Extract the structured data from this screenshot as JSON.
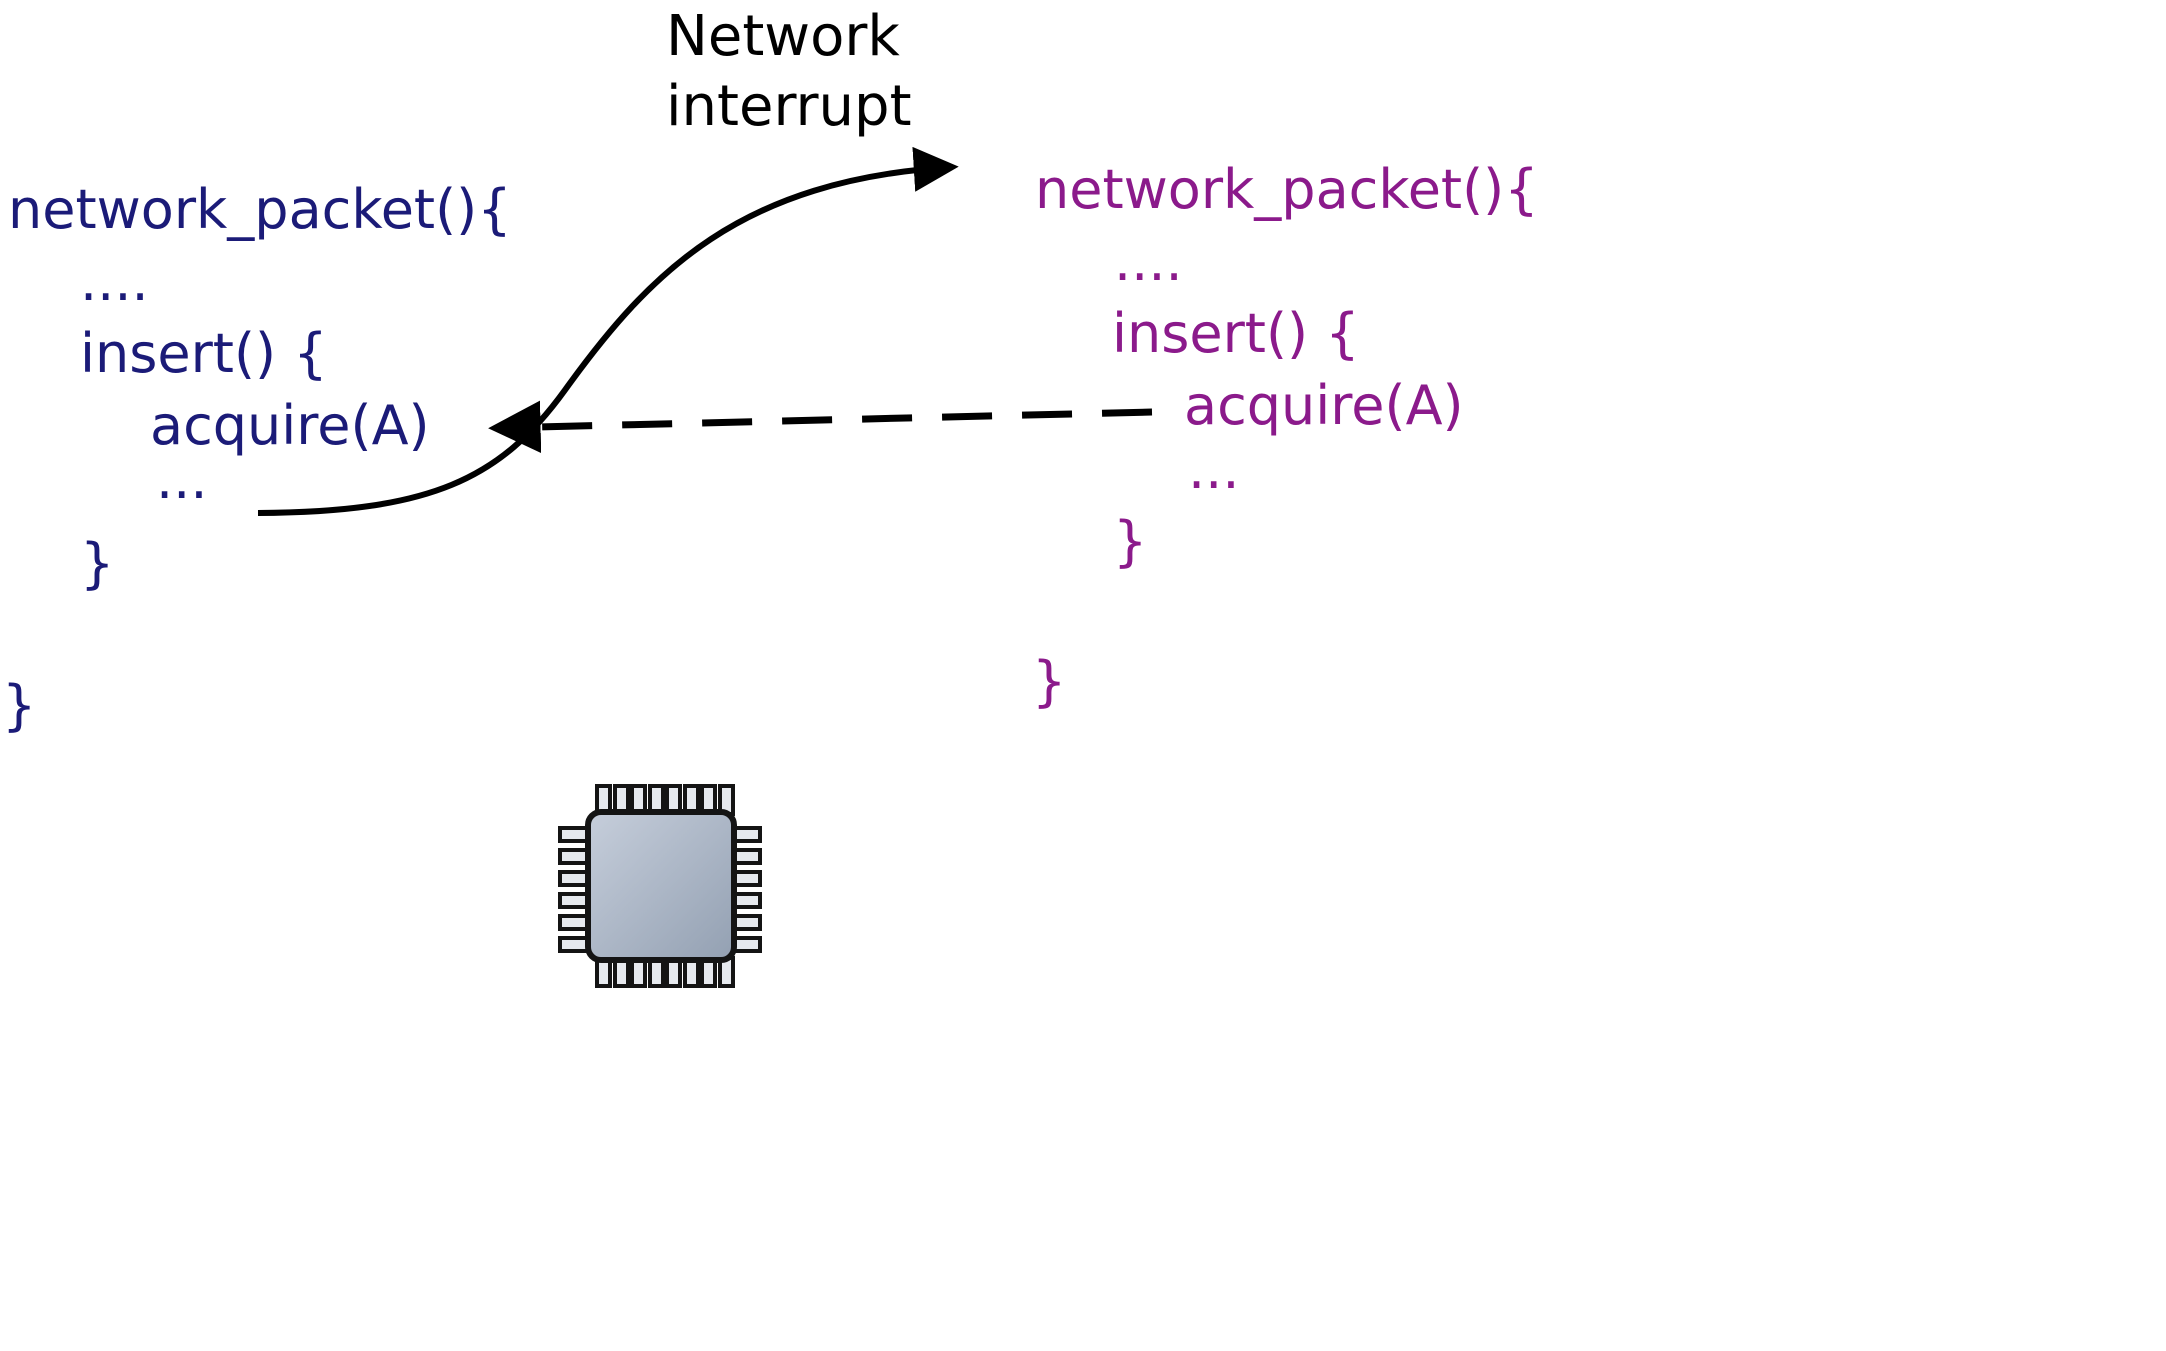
{
  "interrupt_label": {
    "line1": "Network",
    "line2": "interrupt"
  },
  "left_code": {
    "color": "#1b1b78",
    "lines": [
      "network_packet(){",
      "....",
      "insert() {",
      "acquire(A)",
      "...",
      "}",
      "}"
    ]
  },
  "right_code": {
    "color": "#8b1a8b",
    "lines": [
      "network_packet(){",
      "....",
      "insert() {",
      "acquire(A)",
      "...",
      "}",
      "}"
    ]
  },
  "colors": {
    "arrow": "#000000",
    "chip_body_light": "#c6cedb",
    "chip_body_dark": "#93a0b2",
    "chip_outline": "#141414"
  },
  "icons": {
    "cpu_chip": "cpu-chip-icon"
  }
}
